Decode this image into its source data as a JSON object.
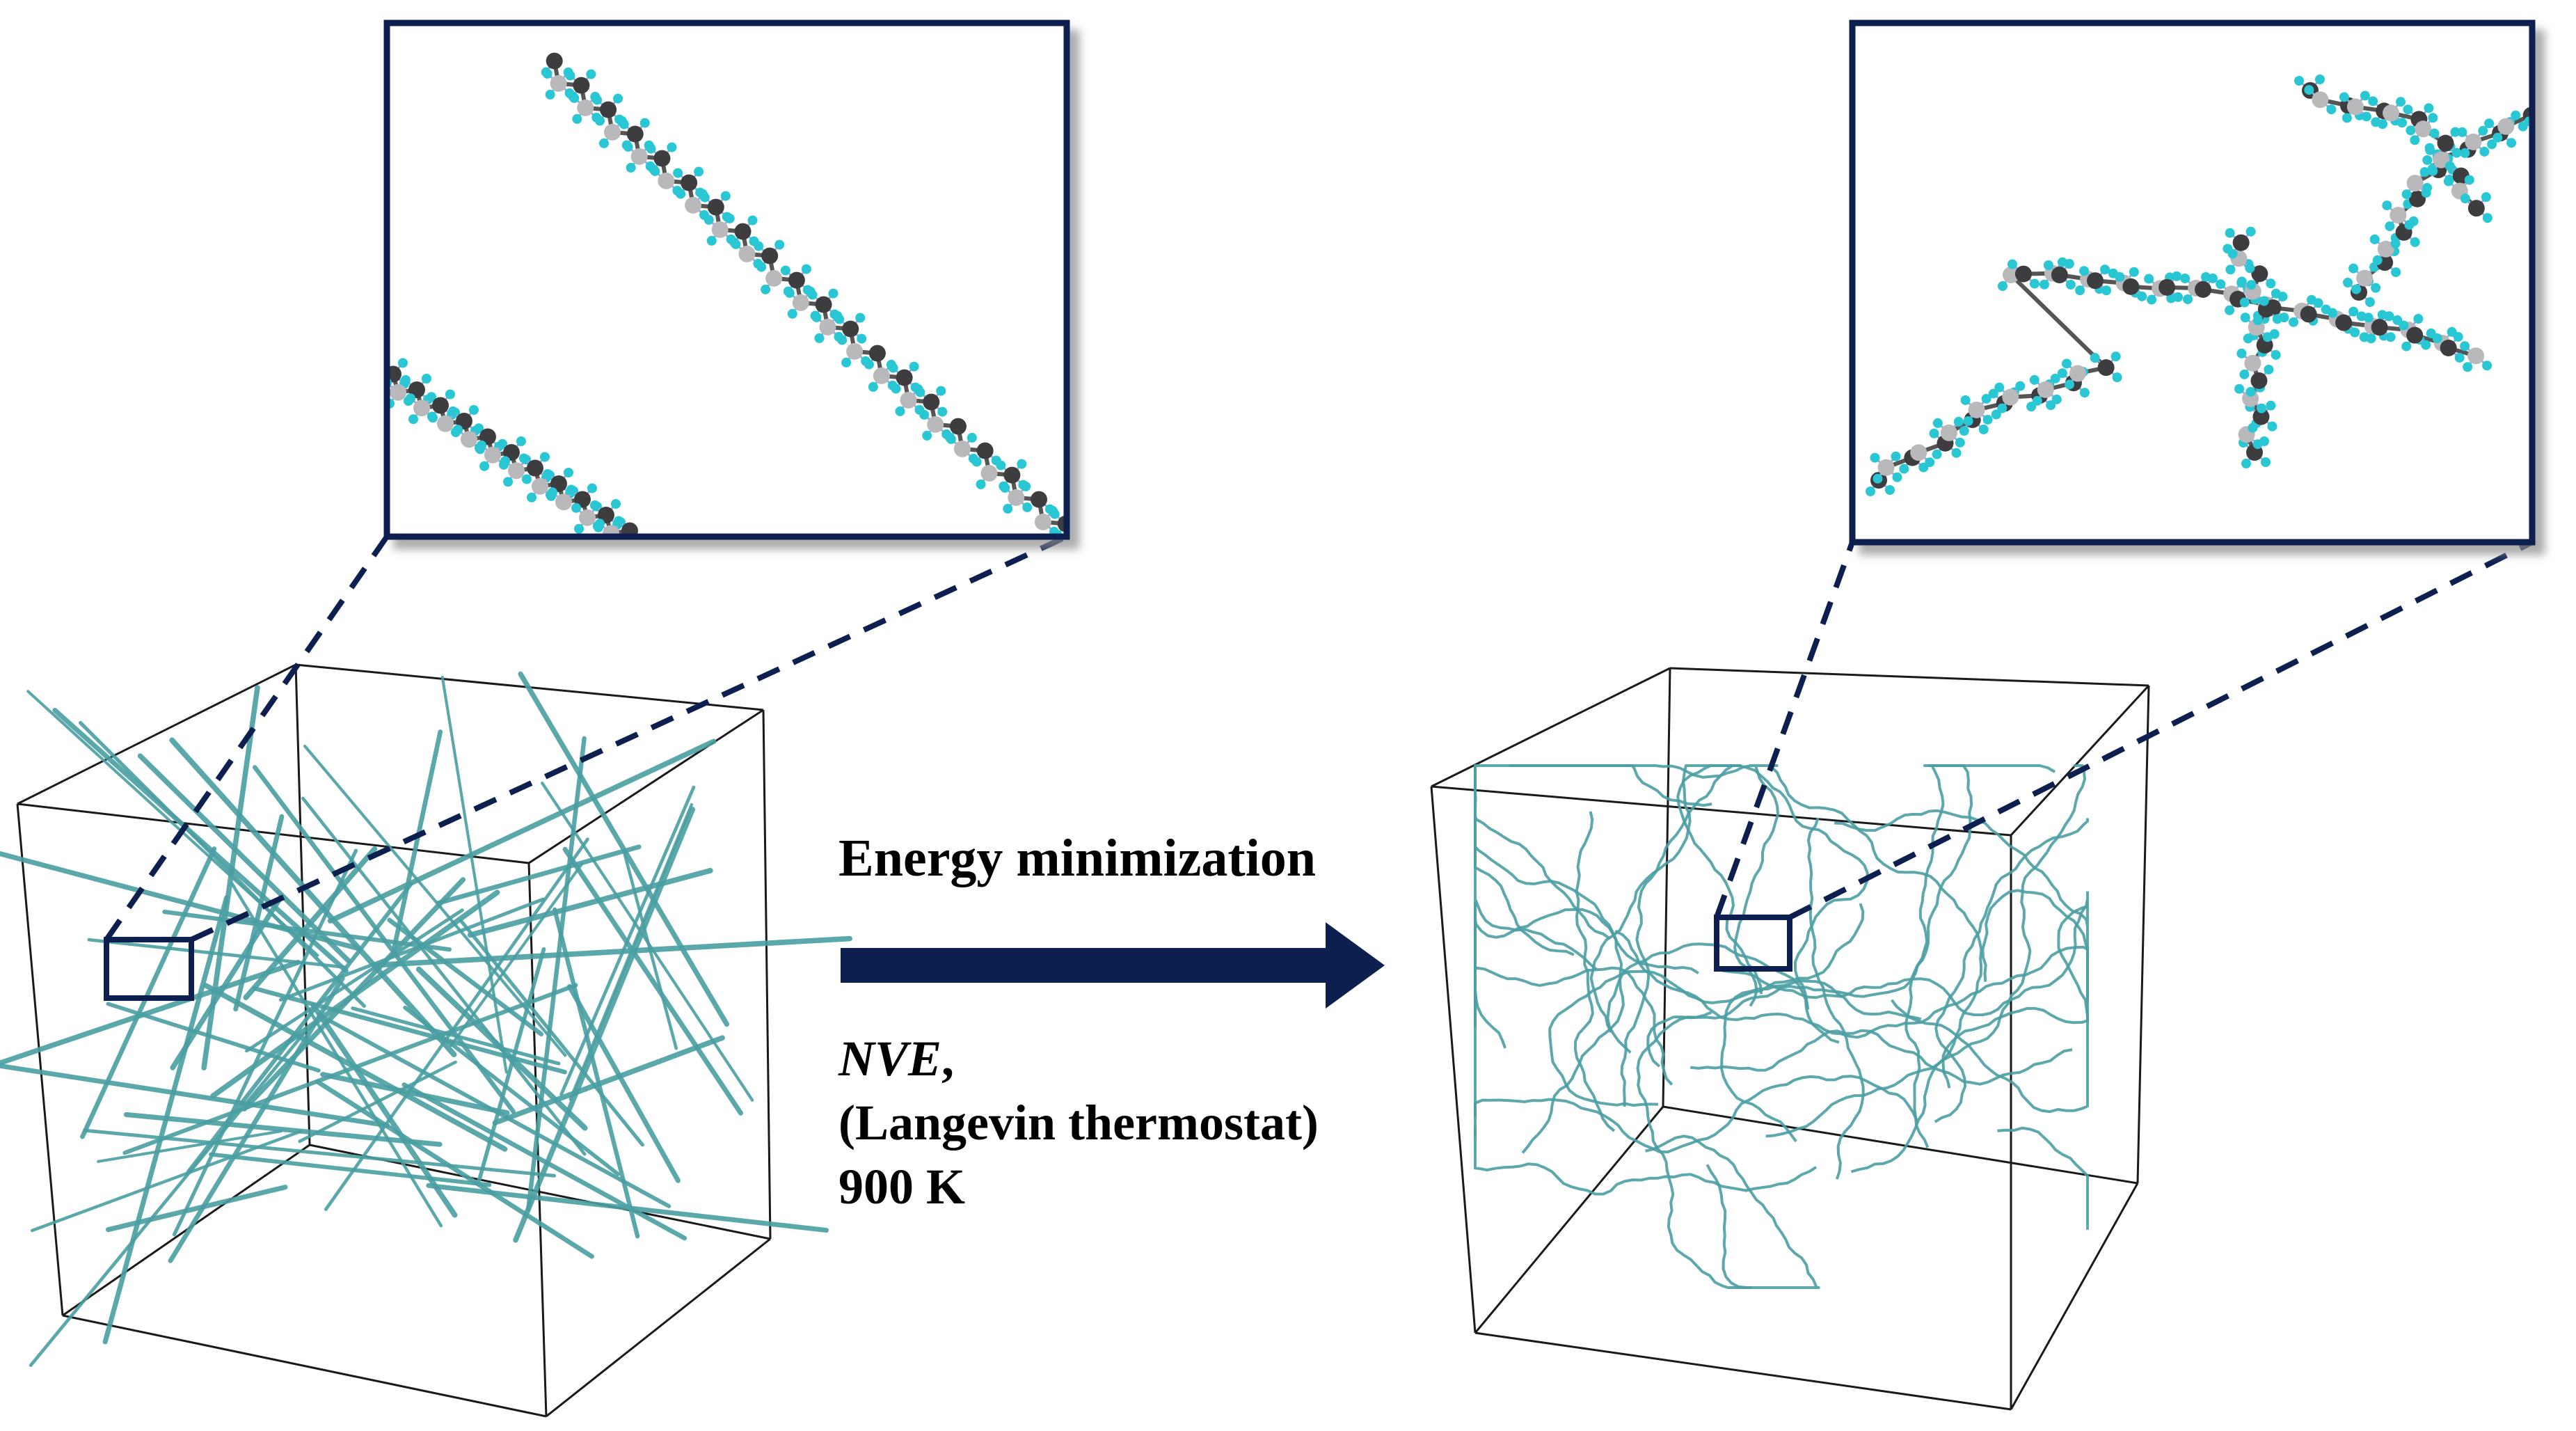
{
  "process": {
    "arrow_label": "Energy minimization",
    "ensemble": "NVE",
    "ensemble_suffix": ",",
    "thermostat": "(Langevin thermostat)",
    "temperature": "900 K"
  },
  "colors": {
    "frame": "#0c1f4f",
    "arrow": "#0c1f4f",
    "chain": "#4a9fa3",
    "carbon_dark": "#3d3d3f",
    "carbon_light": "#b9b9bb",
    "hydrogen": "#29c7d4",
    "box_edge": "#1a1a1a"
  },
  "icons": {
    "process_arrow": "right-arrow-icon"
  }
}
